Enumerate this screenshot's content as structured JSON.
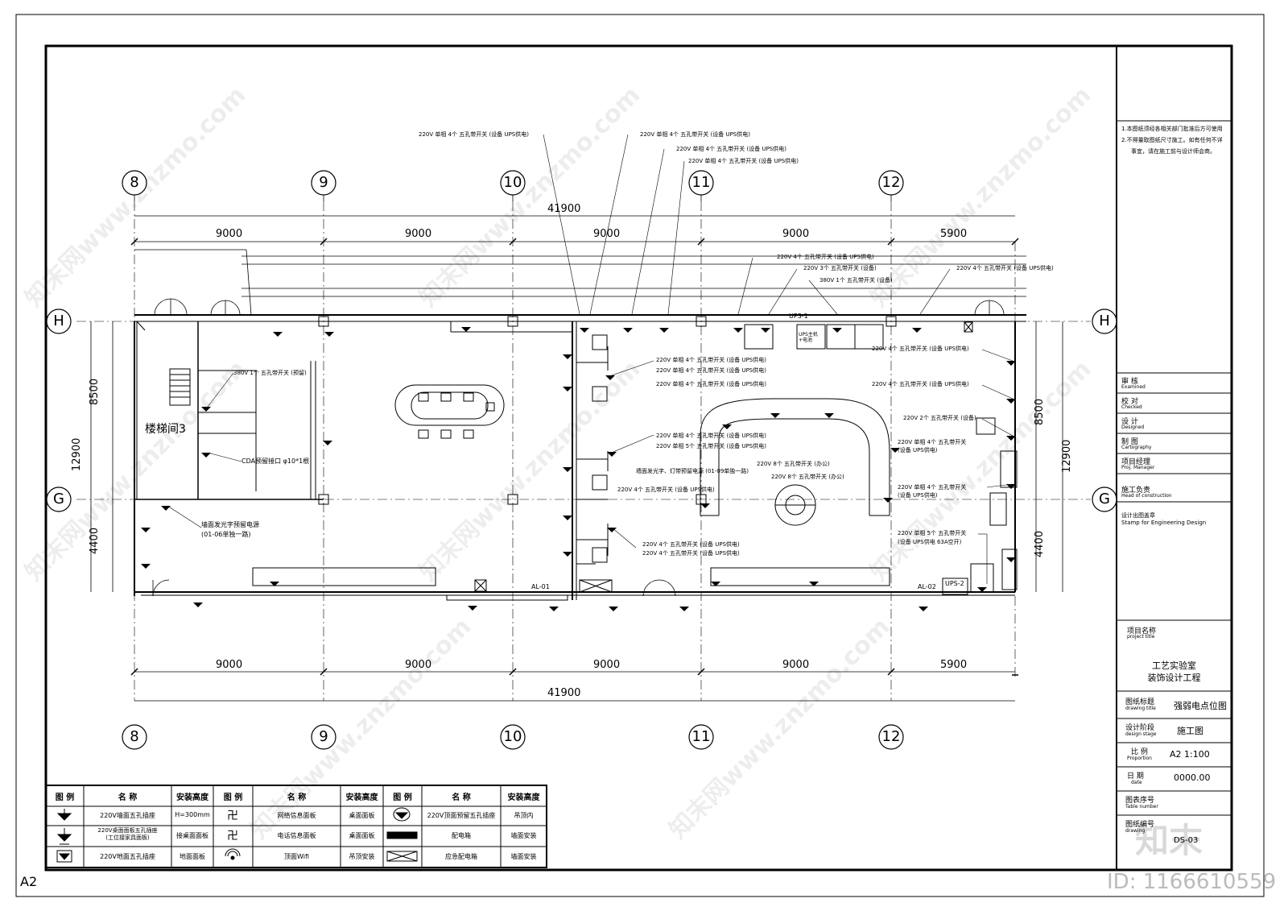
{
  "drawing": {
    "sheet_size": "A2",
    "id_text": "ID: 1166610559",
    "logo": "知末",
    "watermark": "知末网www.znzmo.com"
  },
  "axes": {
    "top": [
      "8",
      "9",
      "10",
      "11",
      "12"
    ],
    "bottom": [
      "8",
      "9",
      "10",
      "11",
      "12"
    ],
    "rows": [
      "H",
      "G"
    ]
  },
  "dimensions": {
    "total": "41900",
    "spans": [
      "9000",
      "9000",
      "9000",
      "9000",
      "5900"
    ],
    "left_vertical": [
      "8500",
      "4400"
    ],
    "left_total": "12900",
    "right_vertical": [
      "8500",
      "4400"
    ],
    "right_total": "12900"
  },
  "room_labels": {
    "stair": "楼梯间3",
    "cda": "CDA预留接口 φ10*1根",
    "al01": "AL-01",
    "al02": "AL-02",
    "ups1": "UPS-1",
    "ups2": "UPS-2",
    "ups_host": "UPS主机+电池"
  },
  "annotations": {
    "a1": "220V 单相 4个 五孔带开关 (设备 UPS供电)",
    "a2": "220V 单相 4个 五孔带开关 (设备 UPS供电)",
    "a3": "220V 单相 4个 五孔带开关 (设备 UPS供电)",
    "a4": "220V 单相 4个 五孔带开关 (设备 UPS供电)",
    "a5": "220V 4个 五孔带开关 (设备 UPS供电)",
    "a6": "220V 3个 五孔带开关 (设备)",
    "a7": "380V 1个 五孔带开关 (设备)",
    "a8": "220V 4个 五孔带开关 (设备 UPS供电)",
    "a9": "380V 1个 五孔带开关 (预留)",
    "a10": "220V 单相 4个 五孔带开关 (设备 UPS供电)",
    "a11": "220V 单相 4个 五孔带开关 (设备 UPS供电)",
    "a12": "220V 单相 4个 五孔带开关 (设备 UPS供电)",
    "a13": "220V 单相 4个 五孔带开关 (设备 UPS供电)",
    "a14": "220V 单相 5个 五孔带开关 (设备 UPS供电)",
    "a15": "墙面发光字、灯带预留电源 (01-09单独一路)",
    "a16": "220V 8个 五孔带开关 (办公)",
    "a17": "220V 8个 五孔带开关 (办公)",
    "a18": "220V 4个 五孔带开关 (设备 UPS供电)",
    "a19": "220V 4个 五孔带开关 (设备 UPS供电)",
    "a20": "220V 4个 五孔带开关 (设备 UPS供电)",
    "a21": "墙面发光字预留电源",
    "a21b": "(01-06单独一路)",
    "r1": "220V 4个 五孔带开关 (设备 UPS供电)",
    "r2": "220V 4个 五孔带开关 (设备 UPS供电)",
    "r3": "220V 2个 五孔带开关 (设备)",
    "r4": "220V 单相 4个 五孔带开关",
    "r4b": "(设备 UPS供电)",
    "r5": "220V 单相 4个 五孔带开关",
    "r5b": "(设备 UPS供电)",
    "r6": "220V 单相 5个 五孔带开关",
    "r6b": "(设备 UPS供电 63A空开)"
  },
  "legend": {
    "headers": [
      "图 例",
      "名 称",
      "安装高度",
      "图 例",
      "名 称",
      "安装高度",
      "图 例",
      "名 称",
      "安装高度"
    ],
    "rows": [
      [
        "",
        "220V墙面五孔插座",
        "H=300mm",
        "",
        "网络信息面板",
        "桌面面板",
        "",
        "220V顶面预留五孔插座",
        "吊顶内"
      ],
      [
        "",
        "220V桌面面板五孔插座\n(工位接家具面板)",
        "接桌面面板",
        "",
        "电话信息面板",
        "桌面面板",
        "",
        "配电箱",
        "墙面安装"
      ],
      [
        "",
        "220V地面五孔插座",
        "地面面板",
        "",
        "顶面Wifi",
        "吊顶安装",
        "",
        "应急配电箱",
        "墙面安装"
      ]
    ]
  },
  "notes": [
    "1.本图纸须经各相关部门批准后方可使用",
    "2.不得量取图纸尺寸施工。如有任何不详",
    "事宜，请在施工前与设计师会商。"
  ],
  "titleblock": {
    "roles": [
      {
        "cn": "审 核",
        "en": "Examined"
      },
      {
        "cn": "校 对",
        "en": "Checked"
      },
      {
        "cn": "设 计",
        "en": "Designed"
      },
      {
        "cn": "制 图",
        "en": "Cartography"
      },
      {
        "cn": "项目经理",
        "en": "Proj. Manager"
      },
      {
        "cn": "施工负责",
        "en": "Head of construction"
      }
    ],
    "stamp_cn": "设计出图盖章",
    "stamp_en": "Stamp for Engineering Design",
    "project_cn": "项目名称",
    "project_en": "project title",
    "project_name_1": "工艺实验室",
    "project_name_2": "装饰设计工程",
    "drawing_title_cn": "图纸标题",
    "drawing_title_en": "drawing title",
    "drawing_title": "强弱电点位图",
    "stage_cn": "设计阶段",
    "stage_en": "design stage",
    "stage": "施工图",
    "scale_cn": "比 例",
    "scale_en": "Proportion",
    "scale": "A2  1:100",
    "date_cn": "日 期",
    "date_en": "date",
    "date": "0000.00",
    "table_no_cn": "图表序号",
    "table_no_en": "Table number",
    "drawing_no_cn": "图纸编号",
    "drawing_no_en": "drawing",
    "drawing_no": "DS-03"
  }
}
